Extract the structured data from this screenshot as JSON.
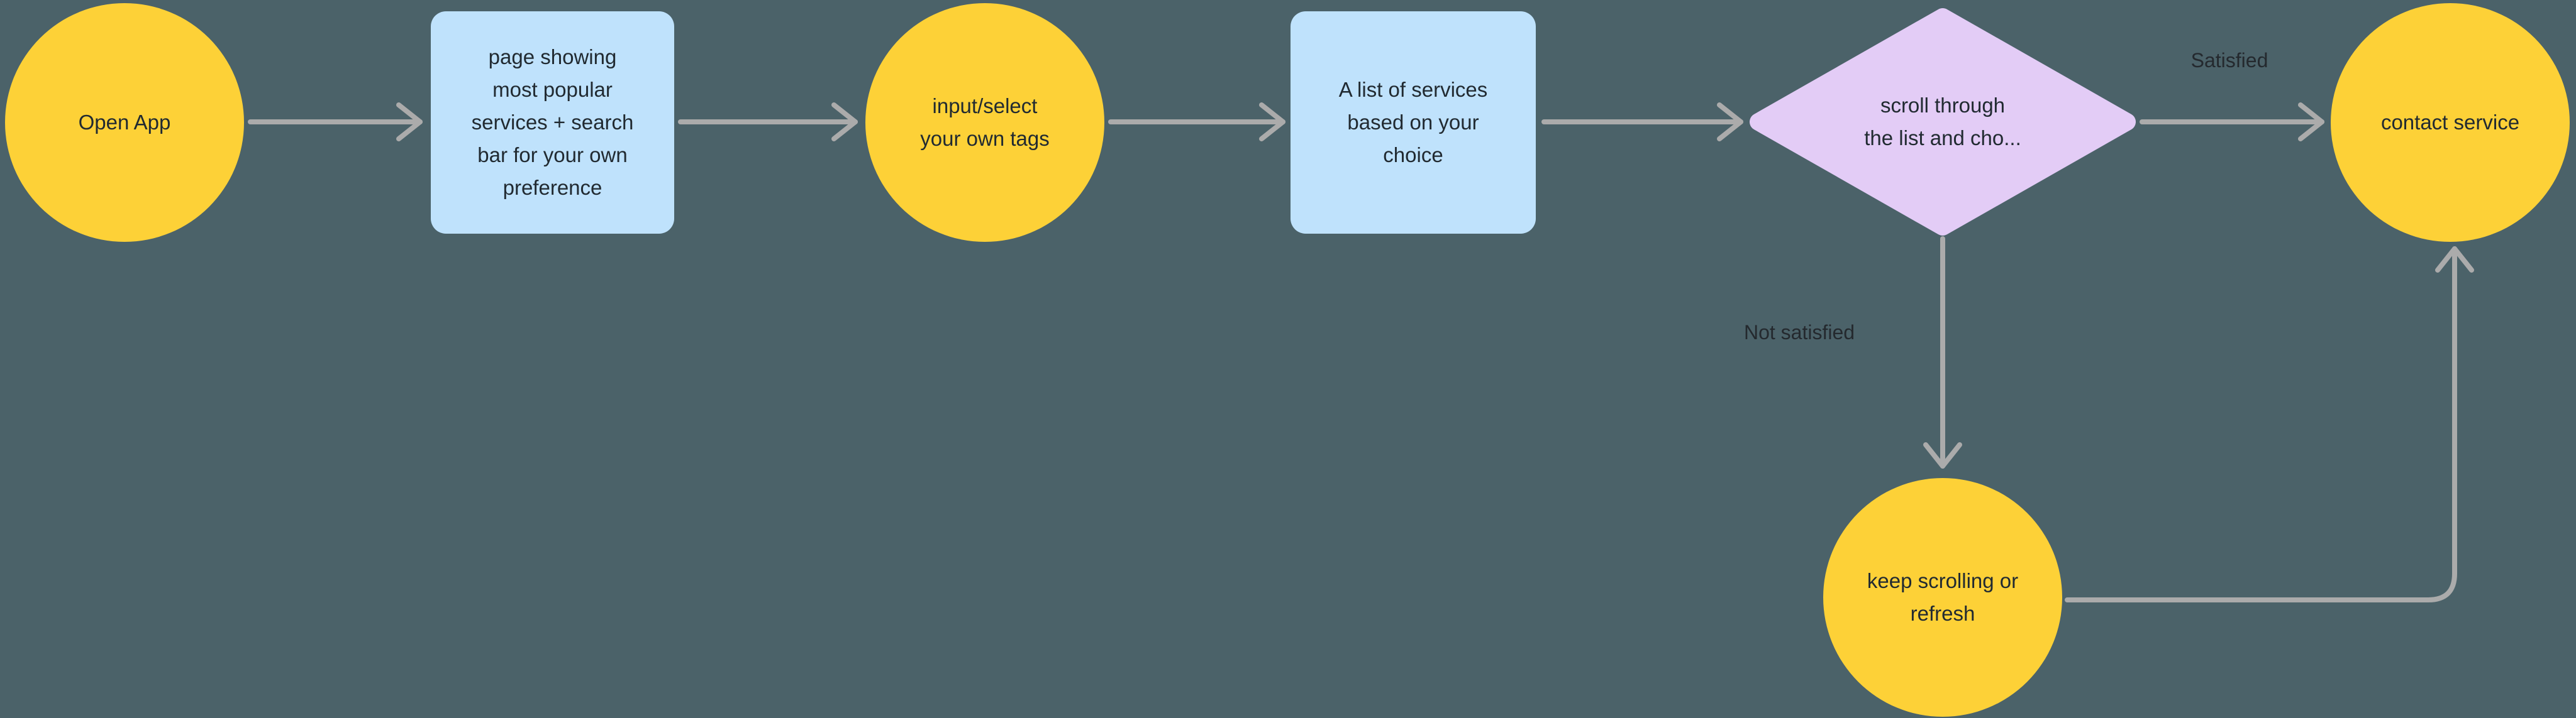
{
  "palette": {
    "canvas_background": "#4b6269",
    "node_yellow": "#fdd137",
    "node_blue": "#bfe2fc",
    "node_purple": "#e3ccf6",
    "connector_gray": "#ababab",
    "node_text": "#212a31",
    "label_text": "#24292e"
  },
  "flowchart": {
    "nodes": [
      {
        "id": "open-app",
        "shape": "circle",
        "label": "Open App"
      },
      {
        "id": "popular-services-page",
        "shape": "rounded-rectangle",
        "label": "page showing\nmost popular\nservices + search\nbar for your own\npreference"
      },
      {
        "id": "input-tags",
        "shape": "circle",
        "label": "input/select\nyour own tags"
      },
      {
        "id": "services-list",
        "shape": "rounded-rectangle",
        "label": "A list of services\nbased on your\nchoice"
      },
      {
        "id": "scroll-decision",
        "shape": "diamond",
        "label": "scroll through\nthe list and cho..."
      },
      {
        "id": "contact-service",
        "shape": "circle",
        "label": "contact service"
      },
      {
        "id": "keep-scrolling",
        "shape": "circle",
        "label": "keep scrolling or\nrefresh"
      }
    ],
    "edges": [
      {
        "from": "open-app",
        "to": "popular-services-page",
        "label": ""
      },
      {
        "from": "popular-services-page",
        "to": "input-tags",
        "label": ""
      },
      {
        "from": "input-tags",
        "to": "services-list",
        "label": ""
      },
      {
        "from": "services-list",
        "to": "scroll-decision",
        "label": ""
      },
      {
        "from": "scroll-decision",
        "to": "contact-service",
        "label": "Satisfied"
      },
      {
        "from": "scroll-decision",
        "to": "keep-scrolling",
        "label": "Not satisfied"
      },
      {
        "from": "keep-scrolling",
        "to": "contact-service",
        "label": ""
      }
    ]
  }
}
